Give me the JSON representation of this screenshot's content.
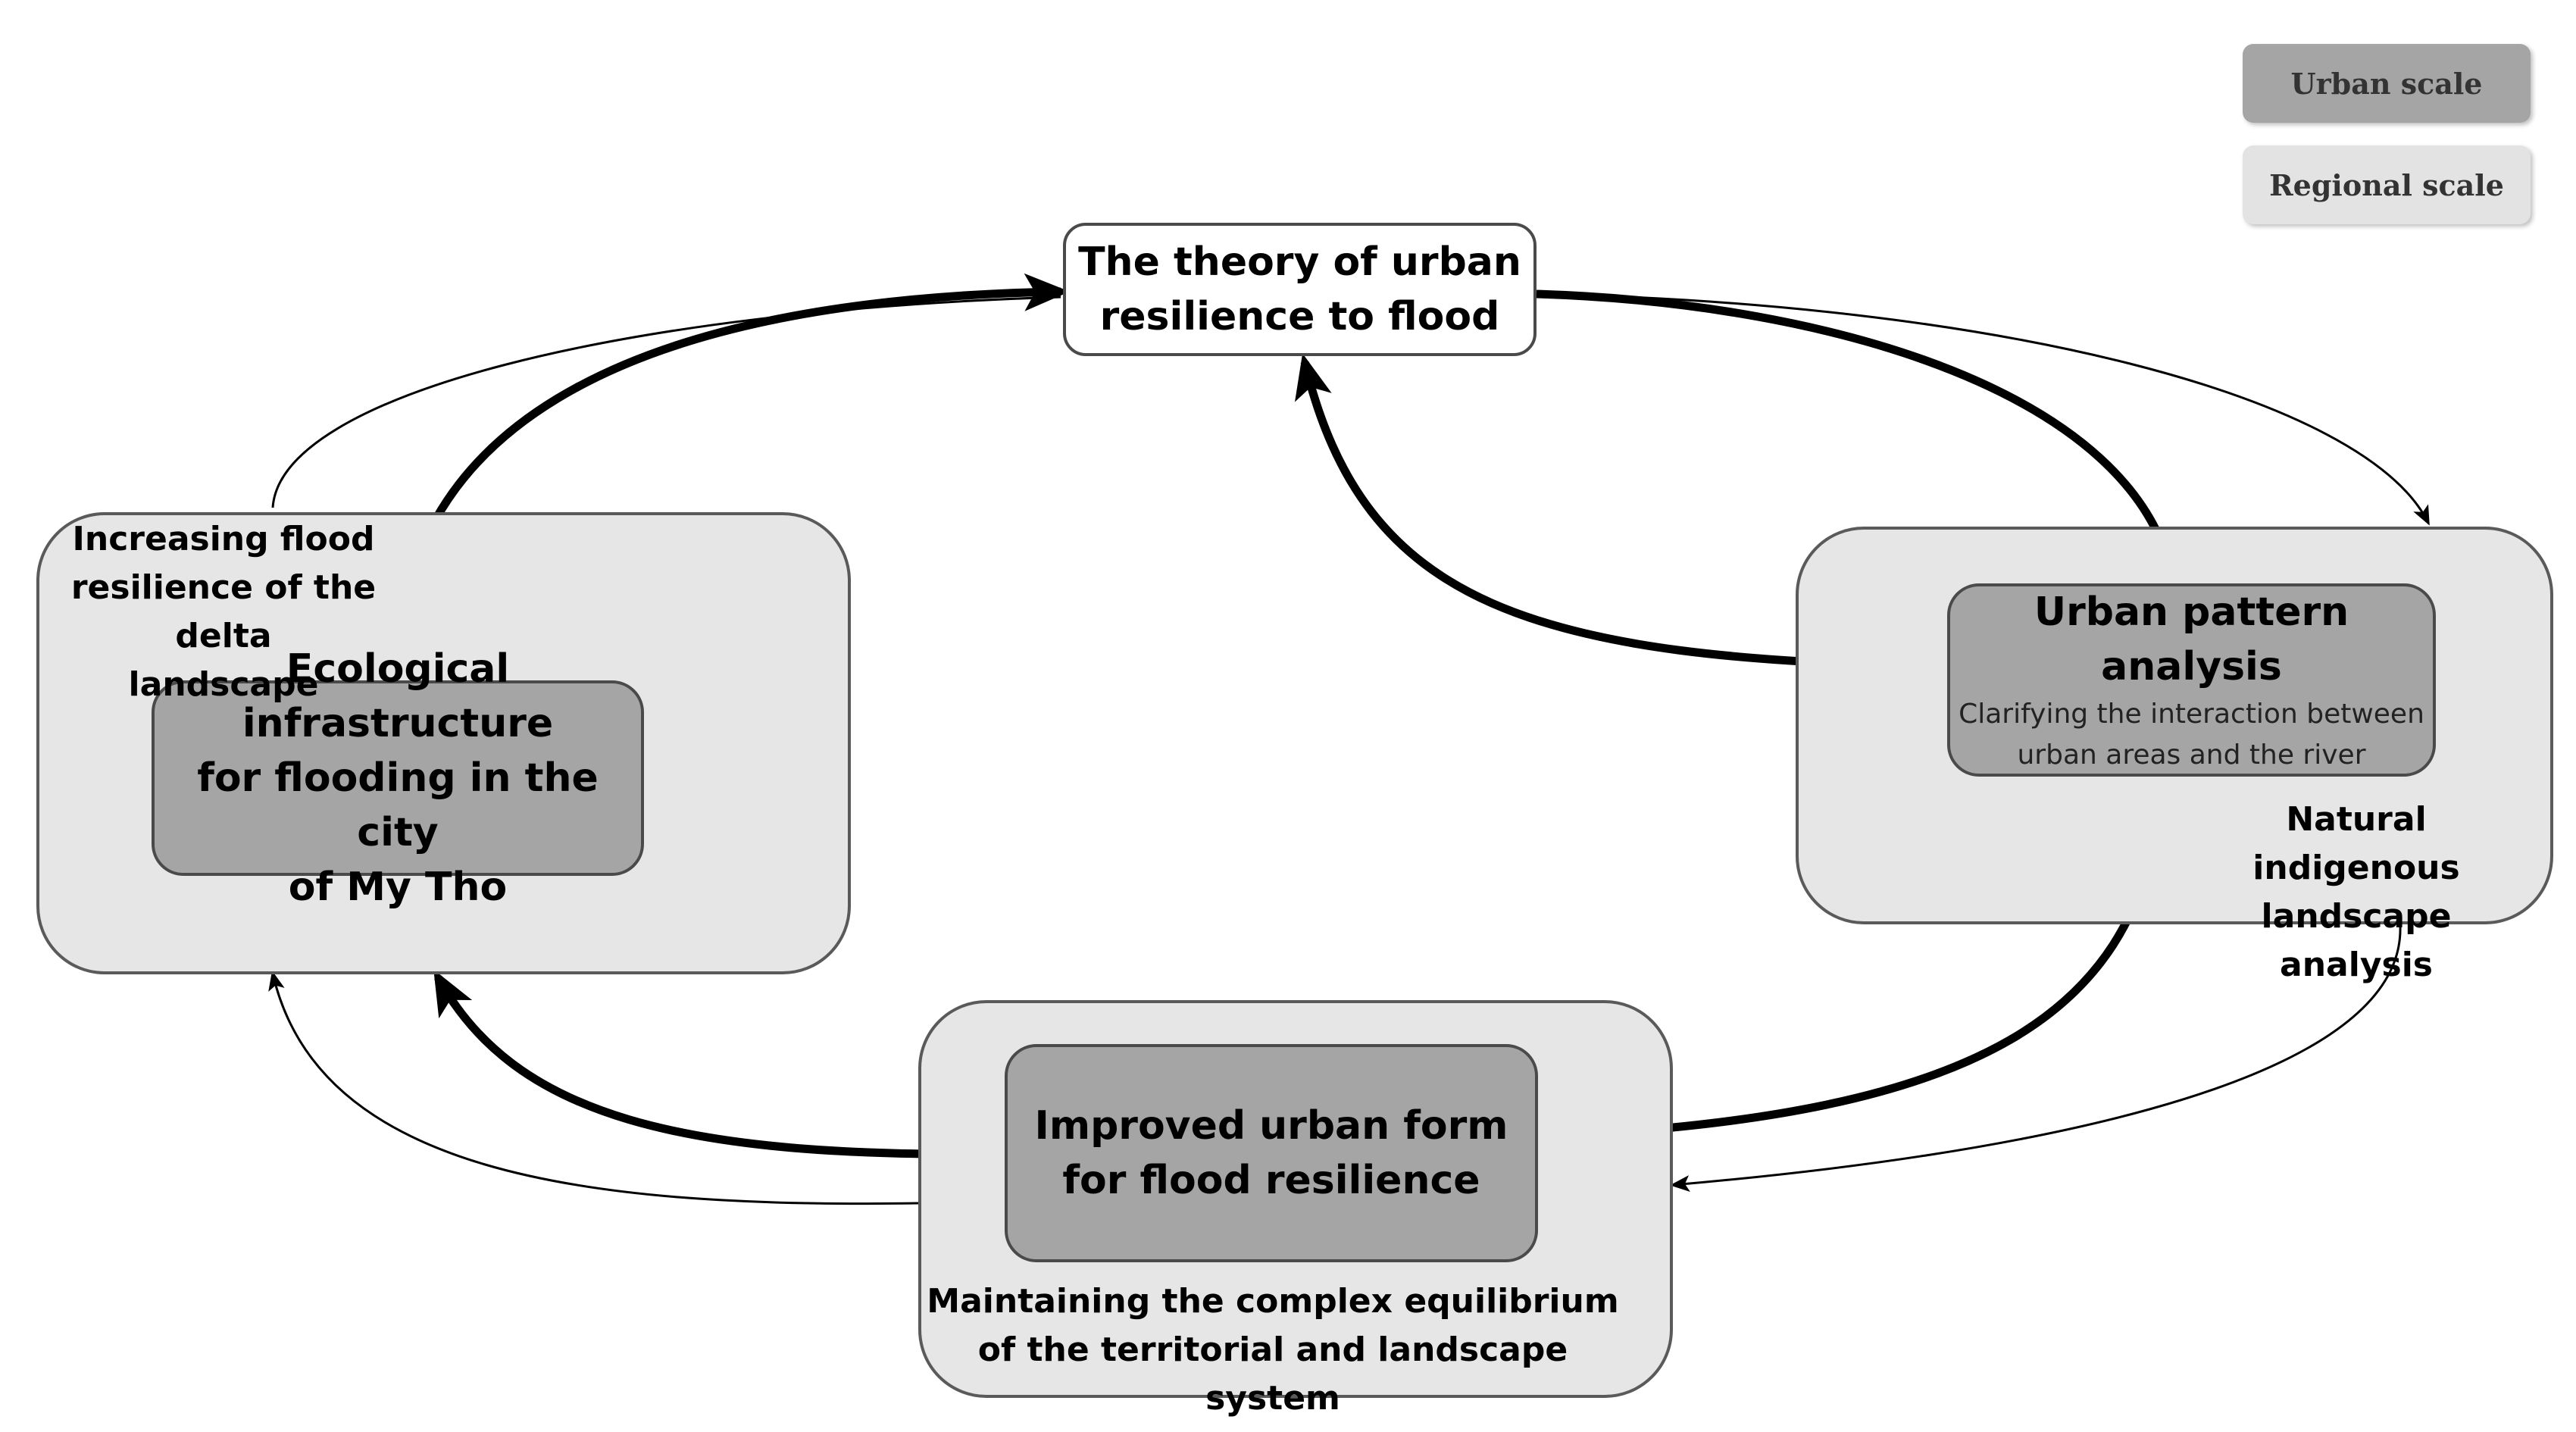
{
  "legend": {
    "urban": {
      "label": "Urban scale",
      "color": "#a5a5a5"
    },
    "regional": {
      "label": "Regional scale",
      "color": "#e3e3e3"
    }
  },
  "theory": {
    "title": "The theory of urban\nresilience to flood"
  },
  "urban_pattern": {
    "title": "Urban pattern analysis",
    "subtitle": "Clarifying the interaction between\nurban areas and the river"
  },
  "natural_landscape": {
    "caption": "Natural indigenous\nlandscape analysis"
  },
  "improved_form": {
    "title": "Improved urban form\nfor flood resilience"
  },
  "equilibrium": {
    "caption": "Maintaining the complex equilibrium\nof the territorial and landscape system"
  },
  "ecological": {
    "title": "Ecological infrastructure\nfor flooding in the city\nof My Tho"
  },
  "delta": {
    "caption": "Increasing flood\nresilience of the delta\nlandscape"
  }
}
